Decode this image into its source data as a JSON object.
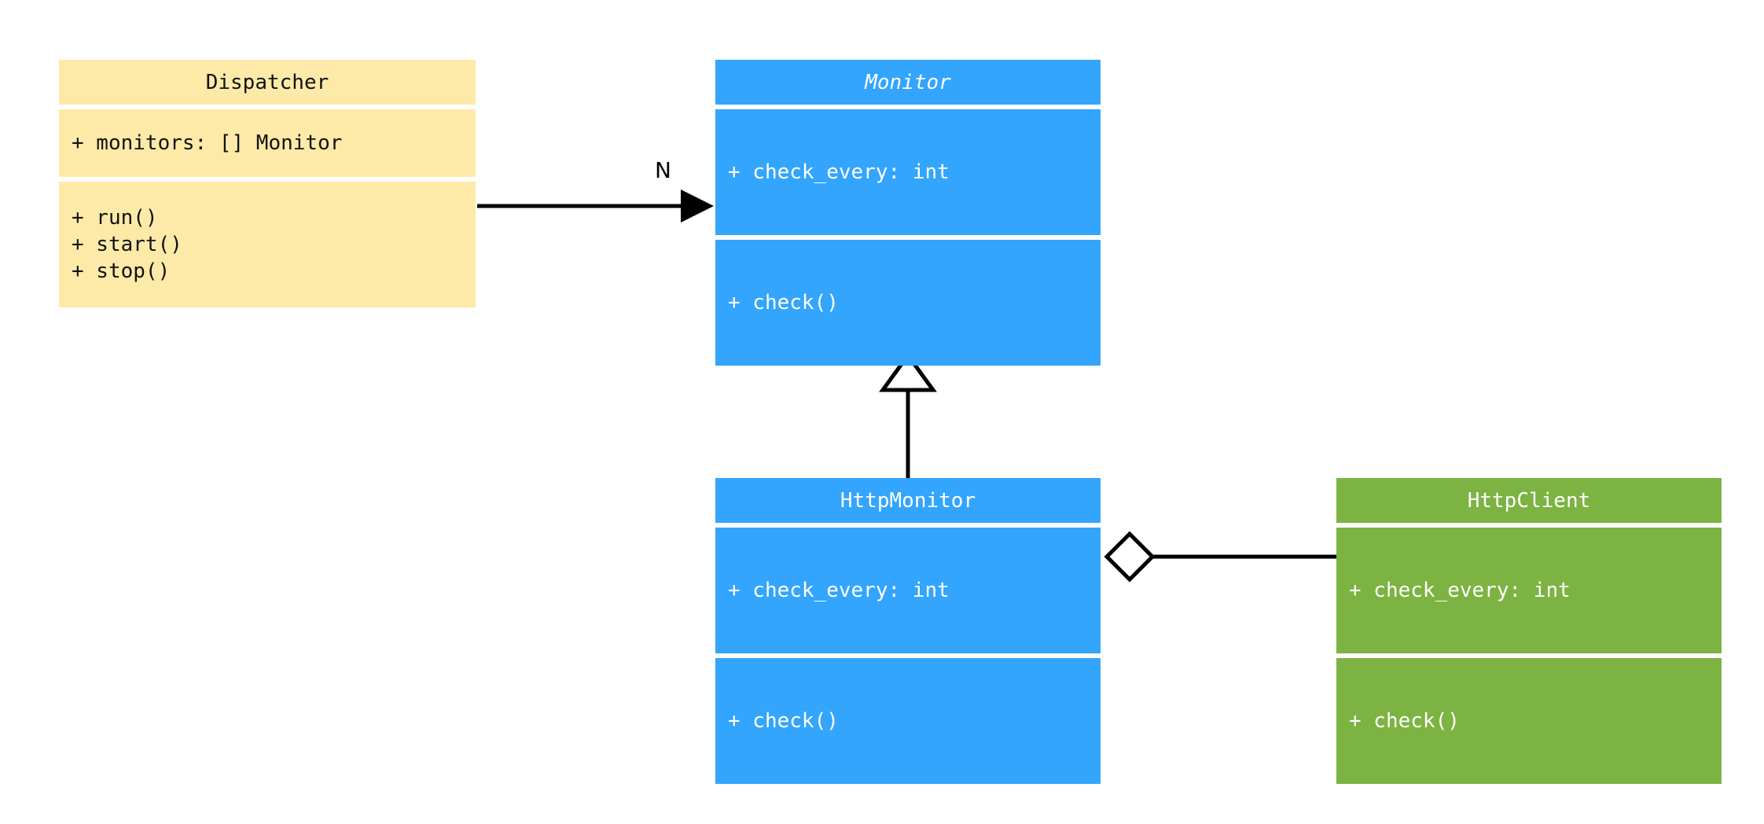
{
  "diagram": {
    "type": "uml-class-diagram",
    "background": "#ffffff"
  },
  "colors": {
    "yellow": "#fdeaa8",
    "blue": "#33a5fc",
    "green": "#7cb342",
    "edge": "#000000",
    "text_dark": "#111111",
    "text_light": "#ffffff"
  },
  "classes": [
    {
      "id": "dispatcher",
      "name": "Dispatcher",
      "abstract": false,
      "color": "#fdeaa8",
      "attributes": [
        "+ monitors: [] Monitor"
      ],
      "operations": [
        "+ run()",
        "+ start()",
        "+ stop()"
      ]
    },
    {
      "id": "monitor",
      "name": "Monitor",
      "abstract": true,
      "color": "#33a5fc",
      "attributes": [
        "+ check_every: int"
      ],
      "operations": [
        "+ check()"
      ]
    },
    {
      "id": "httpmonitor",
      "name": "HttpMonitor",
      "abstract": false,
      "color": "#33a5fc",
      "attributes": [
        "+ check_every: int"
      ],
      "operations": [
        "+ check()"
      ]
    },
    {
      "id": "httpclient",
      "name": "HttpClient",
      "abstract": false,
      "color": "#7cb342",
      "attributes": [
        "+ check_every: int"
      ],
      "operations": [
        "+ check()"
      ]
    }
  ],
  "relationships": [
    {
      "id": "dispatcher-to-monitor",
      "from": "dispatcher",
      "to": "monitor",
      "kind": "association",
      "arrowhead": "filled-triangle",
      "label": "N"
    },
    {
      "id": "httpmonitor-to-monitor",
      "from": "httpmonitor",
      "to": "monitor",
      "kind": "generalization",
      "arrowhead": "hollow-triangle",
      "label": ""
    },
    {
      "id": "httpmonitor-to-httpclient",
      "from": "httpmonitor",
      "to": "httpclient",
      "kind": "aggregation",
      "arrowhead": "hollow-diamond",
      "label": ""
    }
  ]
}
